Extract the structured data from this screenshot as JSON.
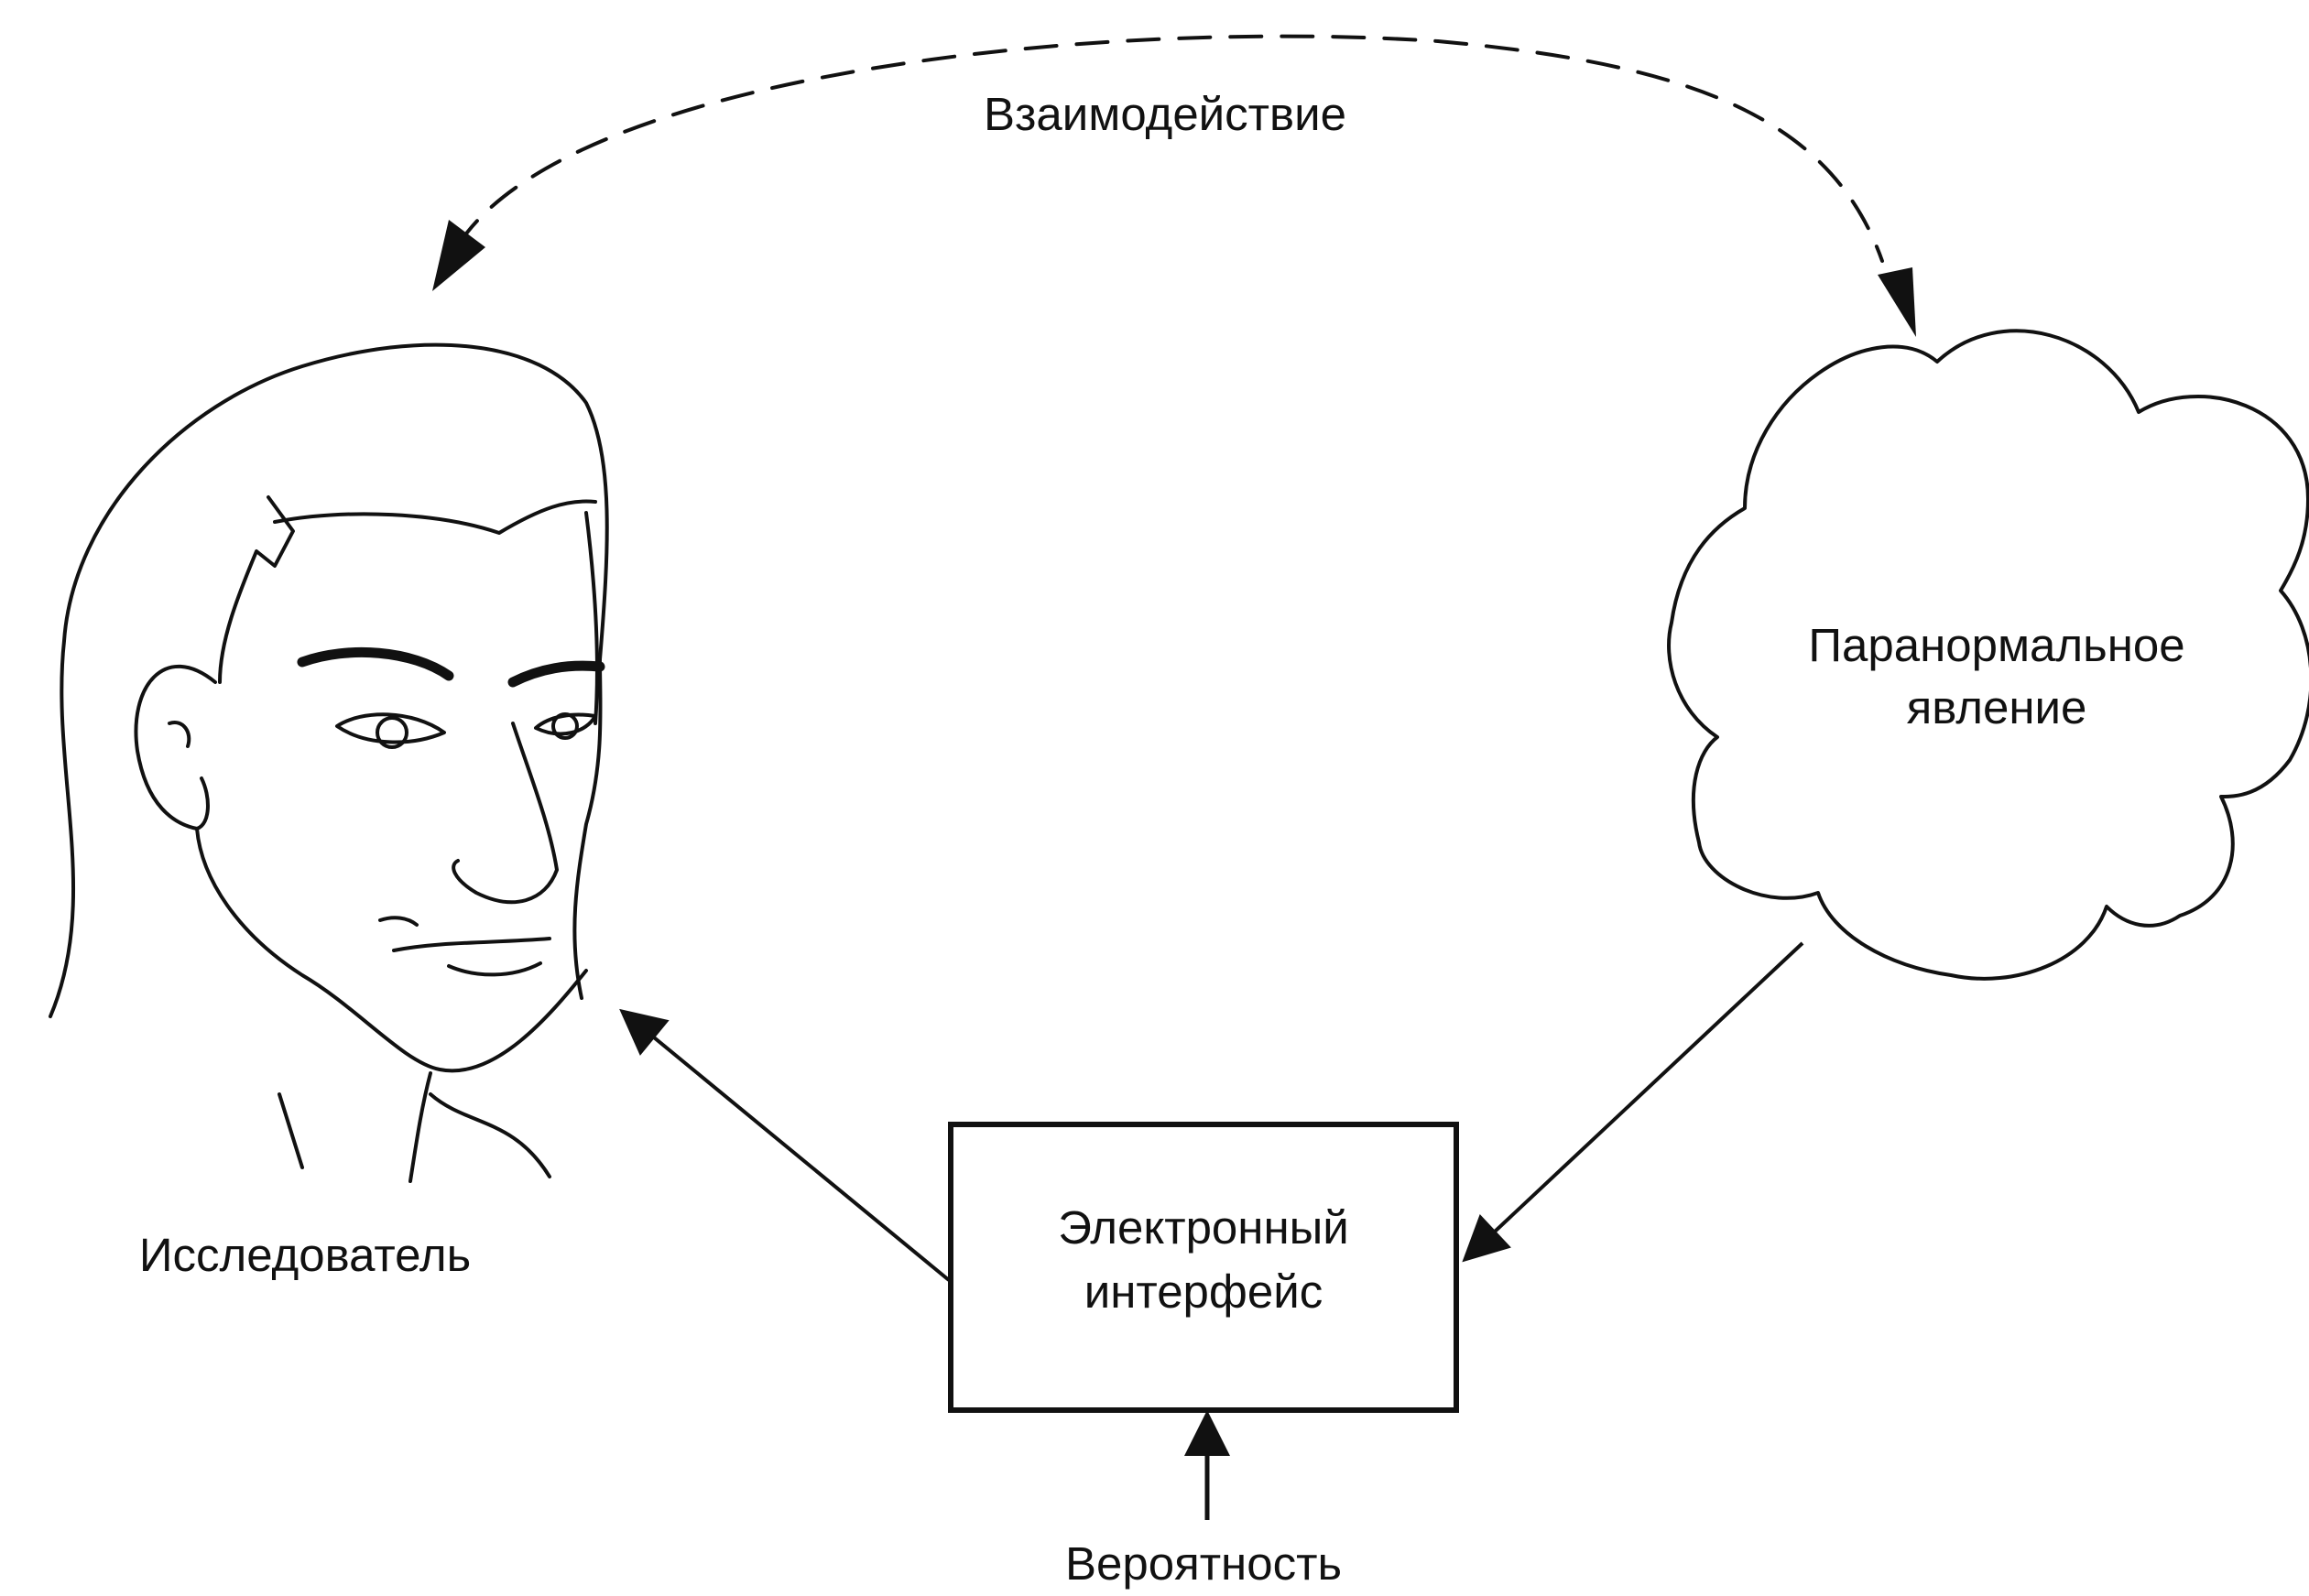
{
  "diagram": {
    "labels": {
      "interaction": "Взаимодействие",
      "researcher": "Исследователь",
      "phenomenon_line1": "Паранормальное",
      "phenomenon_line2": "явление",
      "interface_line1": "Электронный",
      "interface_line2": "интерфейс",
      "probability": "Вероятность"
    },
    "colors": {
      "ink": "#111111",
      "background": "#ffffff"
    }
  }
}
